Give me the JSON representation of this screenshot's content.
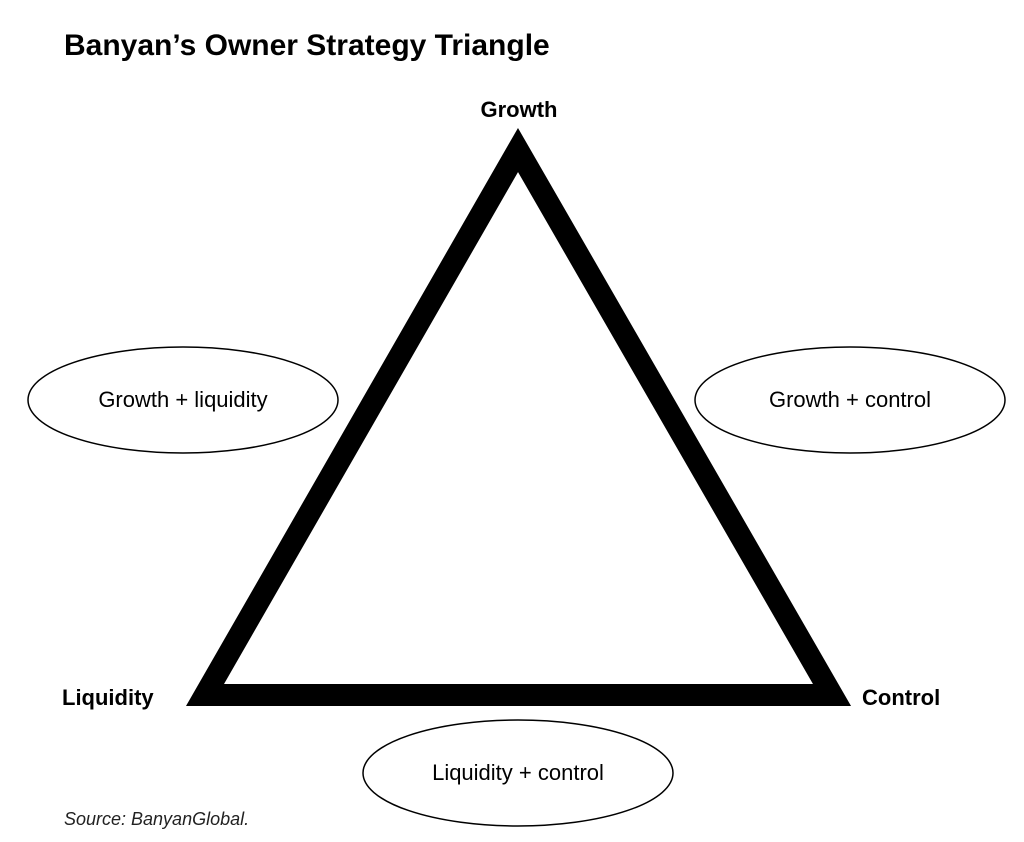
{
  "title": "Banyan’s Owner Strategy Triangle",
  "vertices": {
    "top": "Growth",
    "left": "Liquidity",
    "right": "Control"
  },
  "combinations": {
    "growth_liquidity": "Growth + liquidity",
    "growth_control": "Growth + control",
    "liquidity_control": "Liquidity + control"
  },
  "source": "Source: BanyanGlobal.",
  "colors": {
    "stroke": "#000000",
    "background": "#ffffff"
  }
}
